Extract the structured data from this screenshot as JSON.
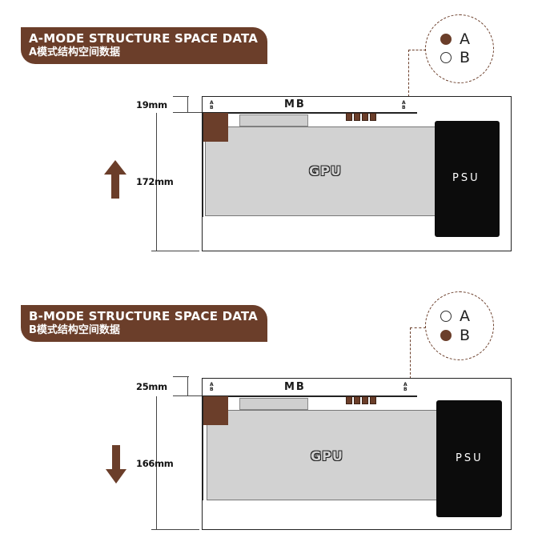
{
  "colors": {
    "brand_brown": "#6b3e2a",
    "psu_black": "#0c0c0c",
    "gpu_gray": "#d2d2d2"
  },
  "panel_a": {
    "title": "A-MODE STRUCTURE SPACE DATA",
    "subtitle": "A模式结构空间数据",
    "mb_label": "MB",
    "gpu_label": "GPU",
    "psu_label": "PSU",
    "top_gap": "19mm",
    "height": "172mm",
    "direction_icon": "arrow-up-icon",
    "legend": {
      "a_label": "A",
      "b_label": "B",
      "selected": "A"
    },
    "mini_a": "A",
    "mini_b": "B"
  },
  "panel_b": {
    "title": "B-MODE STRUCTURE SPACE DATA",
    "subtitle": "B模式结构空间数据",
    "mb_label": "MB",
    "gpu_label": "GPU",
    "psu_label": "PSU",
    "top_gap": "25mm",
    "height": "166mm",
    "direction_icon": "arrow-down-icon",
    "legend": {
      "a_label": "A",
      "b_label": "B",
      "selected": "B"
    },
    "mini_a": "A",
    "mini_b": "B"
  }
}
